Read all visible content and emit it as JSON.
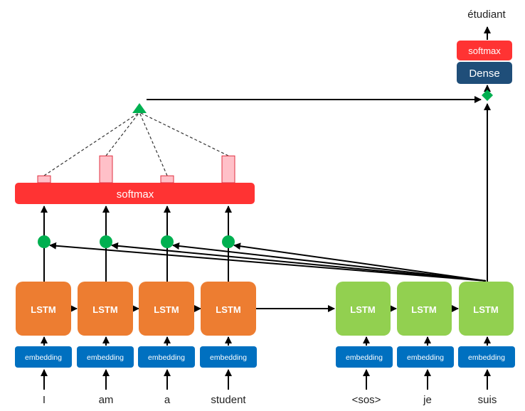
{
  "encoder": {
    "words": [
      "I",
      "am",
      "a",
      "student"
    ],
    "embedding_label": "embedding",
    "lstm_label": "LSTM",
    "lstm_color": "#ED7D31",
    "attention_weights": [
      0.07,
      0.27,
      0.07,
      0.27
    ]
  },
  "decoder": {
    "words": [
      "<sos>",
      "je",
      "suis"
    ],
    "embedding_label": "embedding",
    "lstm_label": "LSTM",
    "lstm_color": "#92D050"
  },
  "attention": {
    "softmax_label": "softmax",
    "softmax_color": "#FF3333",
    "bar_color": "#FFC0C8",
    "score_node_color": "#00B050",
    "context_node_color": "#00B050"
  },
  "output": {
    "softmax_label": "softmax",
    "dense_label": "Dense",
    "dense_color": "#1F4E79",
    "predicted_word": "étudiant"
  },
  "embedding_color": "#0070C0"
}
